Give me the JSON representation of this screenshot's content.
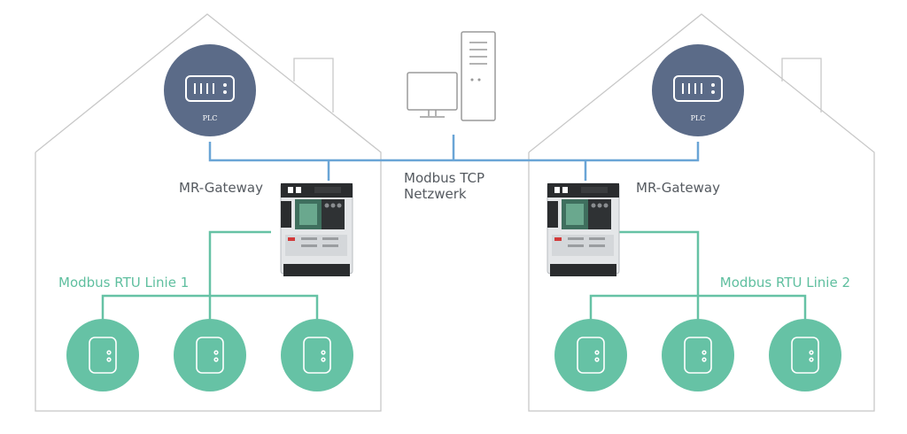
{
  "network": {
    "tcp_line1": "Modbus TCP",
    "tcp_line2": "Netzwerk"
  },
  "left": {
    "plc_label": "PLC",
    "gateway_label": "MR-Gateway",
    "rtu_label": "Modbus RTU Linie 1"
  },
  "right": {
    "plc_label": "PLC",
    "gateway_label": "MR-Gateway",
    "rtu_label": "Modbus RTU Linie 2"
  },
  "colors": {
    "house_outline": "#c8c8c8",
    "plc_fill": "#5b6b88",
    "tcp_line": "#6aa5d6",
    "rtu_line": "#66c2a5",
    "device_fill": "#66c2a5",
    "computer_outline": "#9a9a9a",
    "text": "#555a60"
  },
  "icons": {
    "plc": "plc-controller-icon",
    "computer": "desktop-computer-icon",
    "gateway": "din-rail-gateway-icon",
    "device": "modbus-device-icon"
  }
}
